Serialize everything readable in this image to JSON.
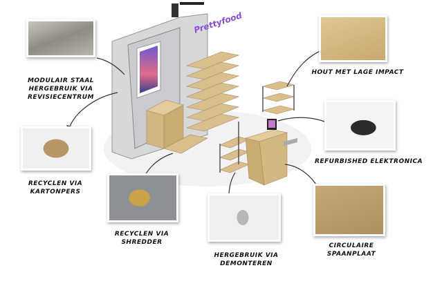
{
  "brand_sign": "Prettyfood",
  "items": [
    {
      "id": "steel",
      "label_lines": [
        "Modulair staal",
        "hergebruik via",
        "revisiecentrum"
      ]
    },
    {
      "id": "cardboard",
      "label_lines": [
        "Recyclen via",
        "kartonpers"
      ]
    },
    {
      "id": "shredder",
      "label_lines": [
        "Recyclen via",
        "shredder"
      ]
    },
    {
      "id": "wood",
      "label_lines": [
        "Hout met lage impact"
      ]
    },
    {
      "id": "electronics",
      "label_lines": [
        "Refurbished elektronica"
      ]
    },
    {
      "id": "connector",
      "label_lines": [
        "Hergebruik via",
        "demonteren"
      ]
    },
    {
      "id": "chipboard",
      "label_lines": [
        "Circulaire",
        "spaanplaat"
      ]
    }
  ],
  "colors": {
    "wood": "#d9bf8e",
    "steel": "#9a9ea3",
    "accent": "#8a4fd0"
  }
}
